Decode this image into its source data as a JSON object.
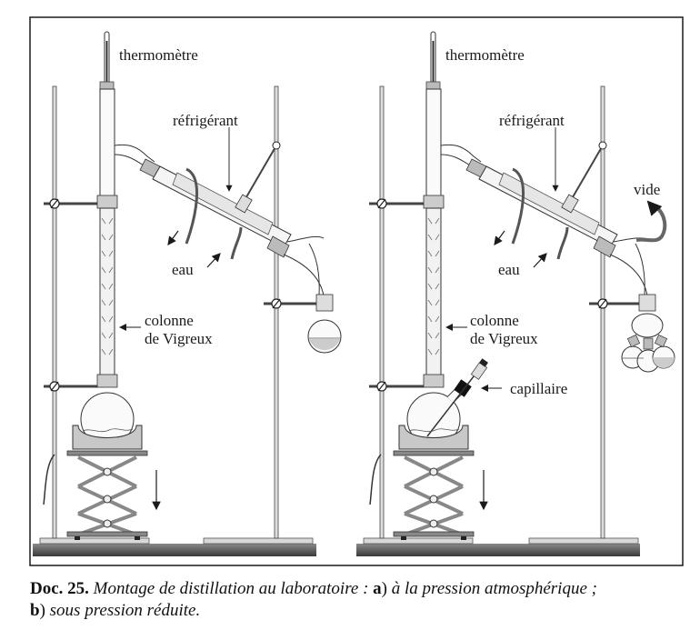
{
  "figure": {
    "panel_a": {
      "title": "a",
      "labels": {
        "thermometer": "thermomètre",
        "condenser": "réfrigérant",
        "water": "eau",
        "column_line1": "colonne",
        "column_line2": "de Vigreux"
      }
    },
    "panel_b": {
      "title": "b",
      "labels": {
        "thermometer": "thermomètre",
        "condenser": "réfrigérant",
        "water": "eau",
        "vacuum": "vide",
        "column_line1": "colonne",
        "column_line2": "de Vigreux",
        "capillary": "capillaire"
      }
    }
  },
  "caption": {
    "doc_number": "Doc. 25.",
    "text_1": "Montage de distillation au laboratoire :",
    "part_a_marker": "a",
    "part_a_text": "à la pression atmosphérique ;",
    "part_b_marker": "b",
    "part_b_text": "sous pression réduite."
  },
  "colors": {
    "ink": "#1a1a1a",
    "glass_fill": "#f4f4f4",
    "grey_fill": "#c8c8c8",
    "bench": "#5a5a5a"
  }
}
